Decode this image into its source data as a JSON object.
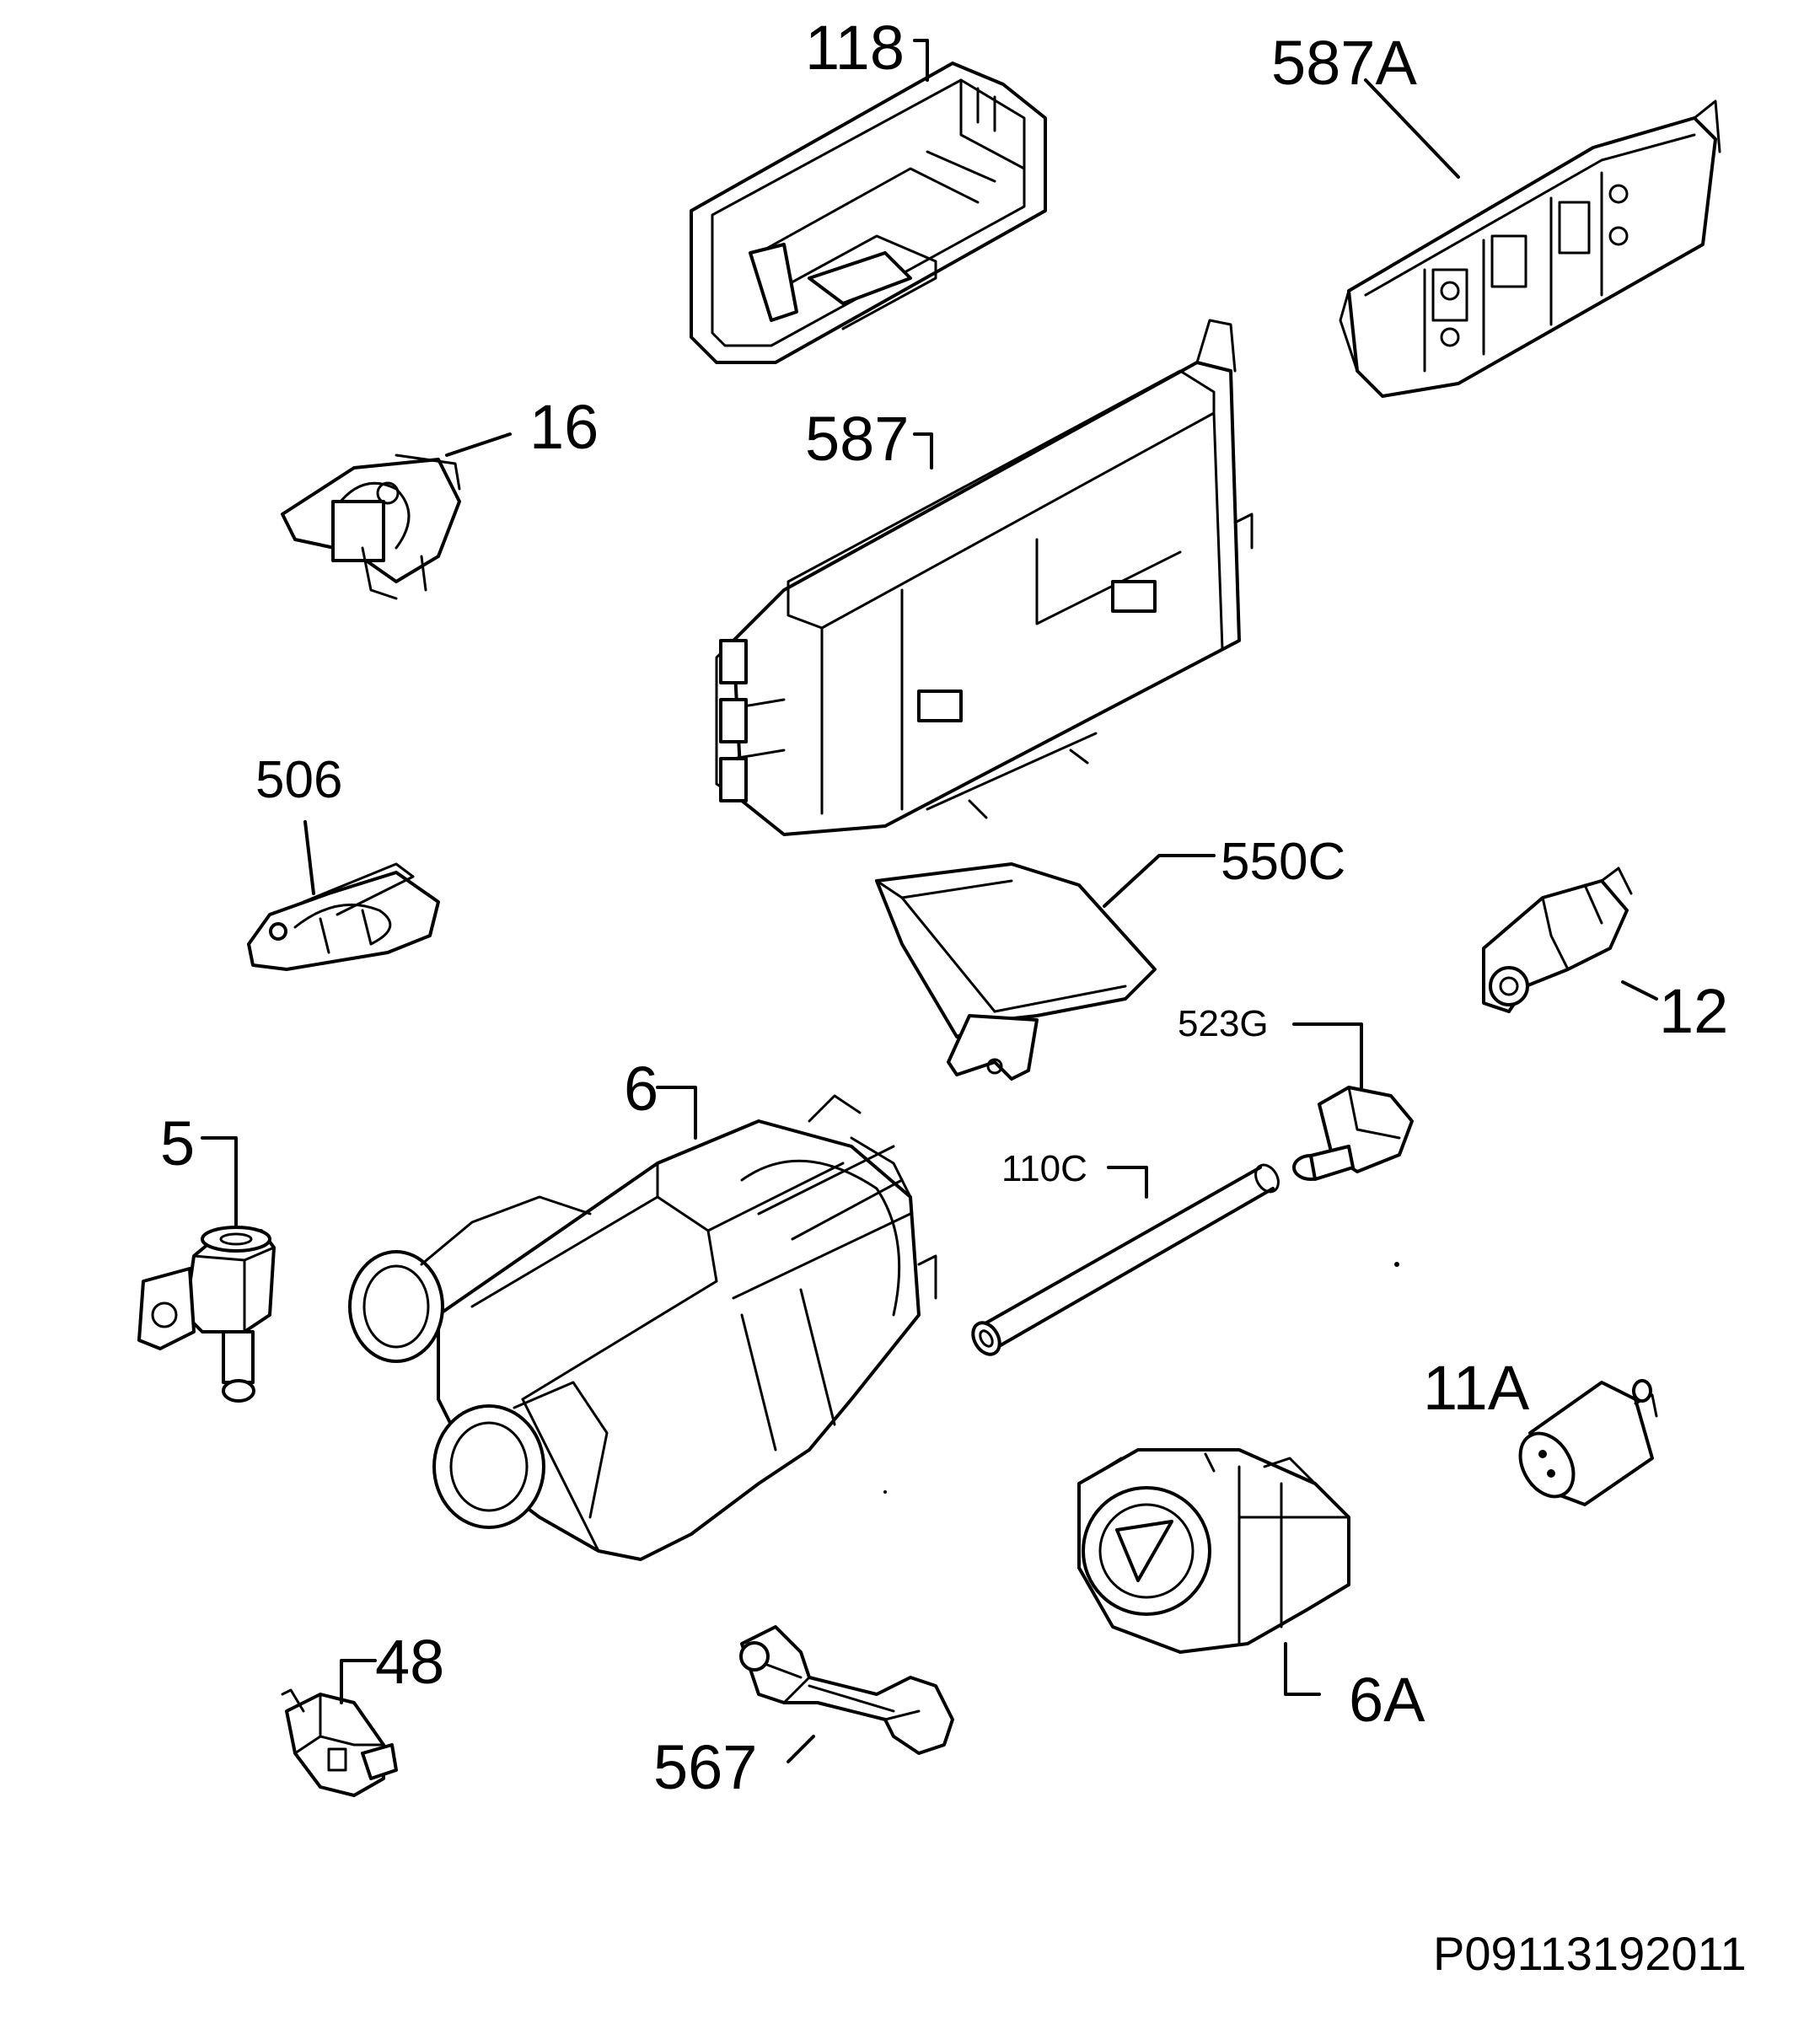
{
  "labels": {
    "l118": "118",
    "l587A": "587A",
    "l16": "16",
    "l587": "587",
    "l506": "506",
    "l550C": "550C",
    "l12": "12",
    "l523G": "523G",
    "l6": "6",
    "l5": "5",
    "l110C": "110C",
    "l11A": "11A",
    "l48": "48",
    "l567": "567",
    "l6A": "6A"
  },
  "drawing_code": "P09113192011"
}
